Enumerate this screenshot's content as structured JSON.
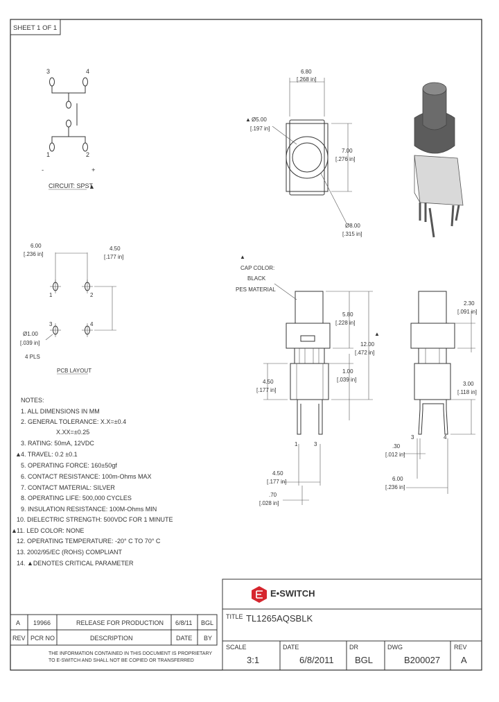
{
  "sheet": "SHEET 1 OF 1",
  "circuit": {
    "pins": [
      "3",
      "4",
      "1",
      "2"
    ],
    "minus": "-",
    "plus": "+",
    "label": "CIRCUIT: SPST"
  },
  "top_view": {
    "width": "6.80",
    "width_in": "[.268 in]",
    "led": "Ø5.00",
    "led_in": "[.197 in]",
    "height": "7.00",
    "height_in": "[.276 in]",
    "cap": "Ø8.00",
    "cap_in": "[.315 in]"
  },
  "pcb": {
    "spacing_x": "6.00",
    "spacing_x_in": "[.236 in]",
    "spacing_y": "4.50",
    "spacing_y_in": "[.177 in]",
    "pins": [
      "1",
      "2",
      "3",
      "4"
    ],
    "hole": "Ø1.00",
    "hole_in": "[.039 in]",
    "hole_qty": "4 PLS",
    "label": "PCB LAYOUT"
  },
  "front_view": {
    "cap_color_1": "CAP COLOR:",
    "cap_color_2": "BLACK",
    "cap_color_3": "PES MATERIAL",
    "cap_h": "5.80",
    "cap_h_in": "[.228 in]",
    "total_h": "12.00",
    "total_h_in": "[.472 in]",
    "body_h": "1.00",
    "body_h_in": "[.039 in]",
    "base_h": "4.50",
    "base_h_in": "[.177 in]",
    "pin_left": "1",
    "pin_right": "3",
    "pitch": "4.50",
    "pitch_in": "[.177 in]",
    "pin_w": ".70",
    "pin_w_in": "[.028 in]"
  },
  "side_view": {
    "collar_h": "2.30",
    "collar_h_in": "[.091 in]",
    "lead_len": "3.00",
    "lead_len_in": "[.118 in]",
    "pin_left": "3",
    "pin_right": "4",
    "lead_t": ".30",
    "lead_t_in": "[.012 in]",
    "span": "6.00",
    "span_in": "[.236 in]"
  },
  "notes": [
    "NOTES:",
    "1. ALL DIMENSIONS IN MM",
    "2. GENERAL TOLERANCE: X.X=±0.4",
    "X.XX=±0.25",
    "3. RATING: 50mA, 12VDC",
    "4. TRAVEL: 0.2 ±0.1",
    "5. OPERATING FORCE: 160±50gf",
    "6. CONTACT RESISTANCE: 100m-Ohms MAX",
    "7. CONTACT MATERIAL: SILVER",
    "8. OPERATING LIFE: 500,000 CYCLES",
    "9. INSULATION RESISTANCE: 100M-Ohms MIN",
    "10. DIELECTRIC STRENGTH: 500VDC FOR 1 MINUTE",
    "11. LED COLOR: NONE",
    "12. OPERATING TEMPERATURE: -20° C TO 70° C",
    "13. 2002/95/EC (ROHS) COMPLIANT",
    "14. ▲DENOTES CRITICAL PARAMETER"
  ],
  "brand": "E•SWITCH",
  "revision_table": {
    "row": {
      "rev": "A",
      "pcr": "19966",
      "desc": "RELEASE FOR PRODUCTION",
      "date": "6/8/11",
      "by": "BGL"
    },
    "headers": {
      "rev": "REV",
      "pcr": "PCR NO",
      "desc": "DESCRIPTION",
      "date": "DATE",
      "by": "BY"
    },
    "notice_1": "THE INFORMATION CONTAINED IN THIS DOCUMENT IS PROPRIETARY",
    "notice_2": "TO E-SWITCH AND SHALL NOT BE COPIED OR TRANSFERRED"
  },
  "title_block": {
    "title_label": "TITLE",
    "title": "TL1265AQSBLK",
    "scale_label": "SCALE",
    "scale": "3:1",
    "date_label": "DATE",
    "date": "6/8/2011",
    "dr_label": "DR",
    "dr": "BGL",
    "dwg_label": "DWG",
    "dwg": "B200027",
    "rev_label": "REV",
    "rev": "A"
  },
  "critical_mark": "▲"
}
